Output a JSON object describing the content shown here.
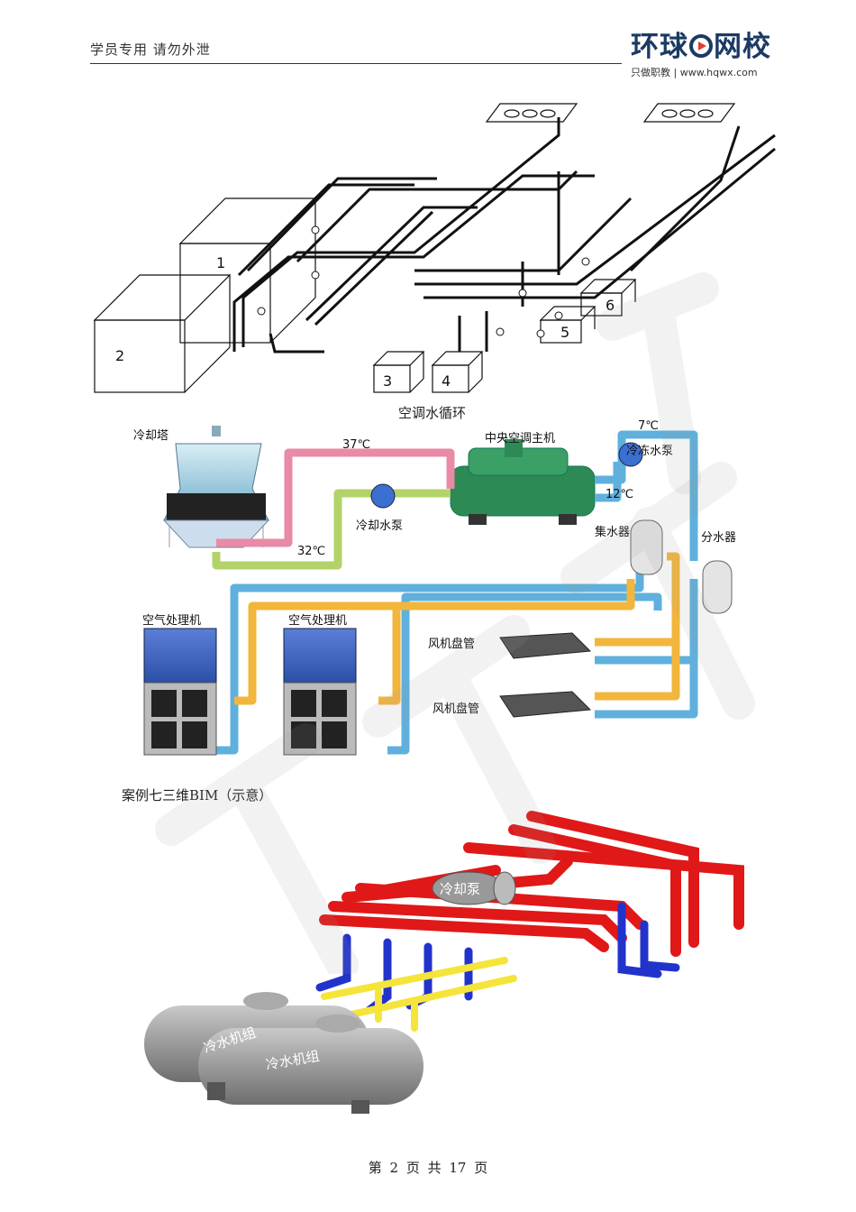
{
  "header": {
    "left_text": "学员专用 请勿外泄",
    "logo_part1": "环球",
    "logo_part2": "网校",
    "logo_sub": "只做职教 | www.hqwx.com"
  },
  "figure1": {
    "caption": "空调水循环",
    "box_labels": [
      "1",
      "2",
      "3",
      "4",
      "5",
      "6"
    ]
  },
  "figure2": {
    "labels": {
      "cooling_tower": "冷却塔",
      "chiller": "中央空调主机",
      "cooling_pump": "冷却水泵",
      "chilled_pump": "冷冻水泵",
      "collector": "集水器",
      "distributor": "分水器",
      "ahu1": "空气处理机",
      "ahu2": "空气处理机",
      "fcu1": "风机盘管",
      "fcu2": "风机盘管",
      "t37": "37℃",
      "t32": "32℃",
      "t7": "7℃",
      "t12": "12℃"
    }
  },
  "figure3": {
    "caption": "案例七三维BIM（示意）",
    "labels": {
      "pump": "冷却泵",
      "chiller1": "冷水机组",
      "chiller2": "冷水机组"
    }
  },
  "footer": {
    "page_text": "第 2 页 共 17 页"
  }
}
